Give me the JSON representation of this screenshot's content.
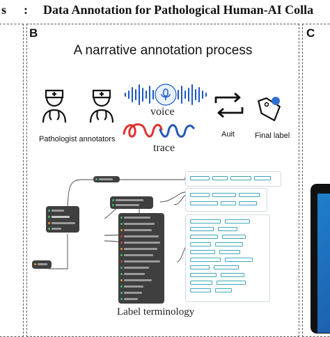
{
  "header": {
    "left_fragment": "s",
    "colon": ":",
    "title": "Data Annotation for Pathological Human-AI Colla"
  },
  "panels": {
    "b_letter": "B",
    "c_letter": "C"
  },
  "panel_b": {
    "heading": "A narrative annotation process",
    "annotator_label": "Pathologist annotators",
    "voice_label": "voice",
    "trace_label": "trace",
    "audit_label": "Auit",
    "final_label": "Final label",
    "terminology_label": "Label terminology"
  },
  "colors": {
    "voice_wave": "#1a56c8",
    "trace_red": "#e0322d",
    "trace_blue": "#2457b8",
    "tag_border": "#3fa7bf",
    "node_fill": "#3f3f3f",
    "tablet_screen": "#1f7fc9"
  },
  "icons": [
    "doctor-icon",
    "doctor-icon",
    "voice-wave-icon",
    "microphone-icon",
    "trace-scribble-icon",
    "audit-cycle-icon",
    "tag-icon"
  ]
}
